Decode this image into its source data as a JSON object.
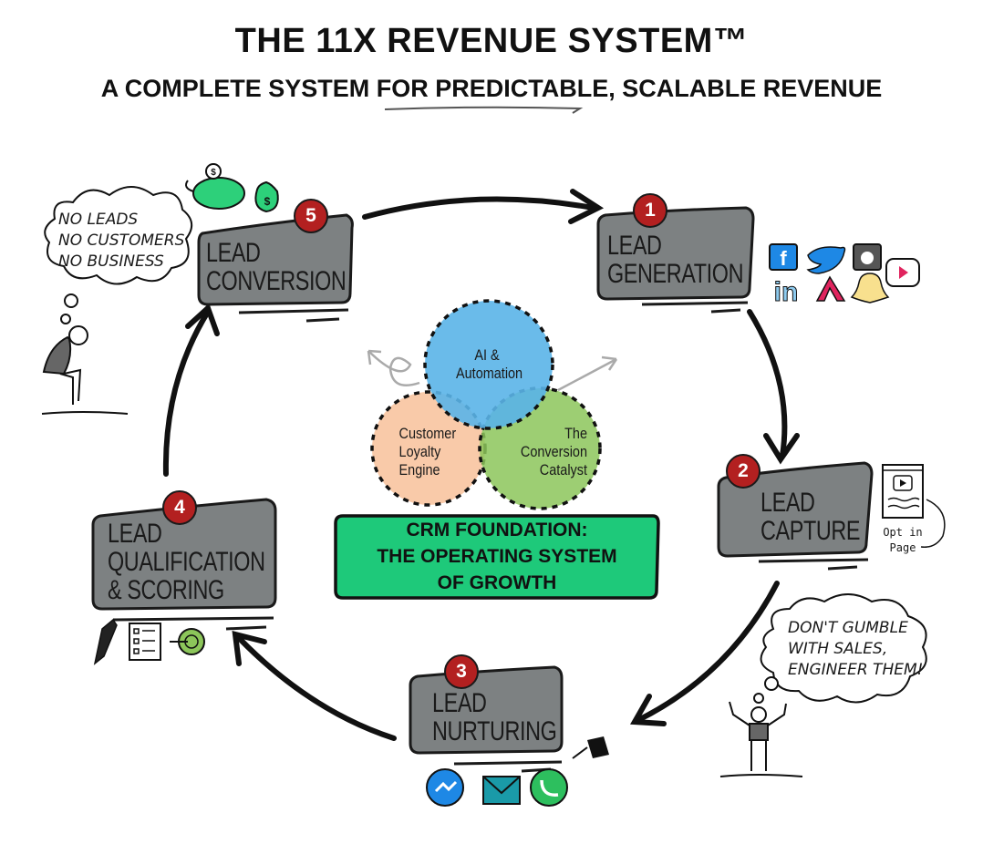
{
  "header": {
    "title": "THE 11X REVENUE SYSTEM™",
    "subtitle": "A COMPLETE SYSTEM FOR PREDICTABLE, SCALABLE REVENUE"
  },
  "stages": [
    {
      "number": "1",
      "line1": "LEAD",
      "line2": "GENERATION",
      "line3": "",
      "icons": [
        "facebook-icon",
        "twitter-icon",
        "instagram-icon",
        "youtube-icon",
        "linkedin-icon",
        "adroll-icon",
        "snapchat-icon"
      ]
    },
    {
      "number": "2",
      "line1": "LEAD",
      "line2": "CAPTURE",
      "line3": "",
      "icons": [
        "opt-in-page-icon"
      ]
    },
    {
      "number": "3",
      "line1": "LEAD",
      "line2": "NURTURING",
      "line3": "",
      "icons": [
        "messenger-icon",
        "email-icon",
        "whatsapp-icon",
        "watering-can-icon"
      ]
    },
    {
      "number": "4",
      "line1": "LEAD",
      "line2": "QUALIFICATION",
      "line3": "& SCORING",
      "icons": [
        "pen-icon",
        "checklist-icon",
        "target-icon"
      ]
    },
    {
      "number": "5",
      "line1": "LEAD",
      "line2": "CONVERSION",
      "line3": "",
      "icons": [
        "piggy-bank-icon",
        "money-bag-icon"
      ]
    }
  ],
  "venn": {
    "top": {
      "line1": "AI &",
      "line2": "Automation",
      "color": "#5ab4e8"
    },
    "left": {
      "line1": "Customer",
      "line2": "Loyalty",
      "line3": "Engine",
      "color": "#f8c4a0"
    },
    "right": {
      "line1": "The",
      "line2": "Conversion",
      "line3": "Catalyst",
      "color": "#8cc65a"
    }
  },
  "foundation": {
    "line1": "CRM FOUNDATION:",
    "line2": "THE OPERATING SYSTEM",
    "line3": "OF GROWTH",
    "color": "#1ec97a"
  },
  "thoughts": {
    "left": [
      "NO LEADS",
      "NO CUSTOMERS",
      "NO BUSINESS"
    ],
    "right": [
      "DON'T GUMBLE",
      "WITH SALES,",
      "ENGINEER THEM!"
    ]
  },
  "notes": {
    "opt_in": [
      "Opt in",
      "Page"
    ]
  },
  "colors": {
    "stage_box": "#7d8182",
    "badge": "#b32020",
    "arrow": "#111111"
  }
}
